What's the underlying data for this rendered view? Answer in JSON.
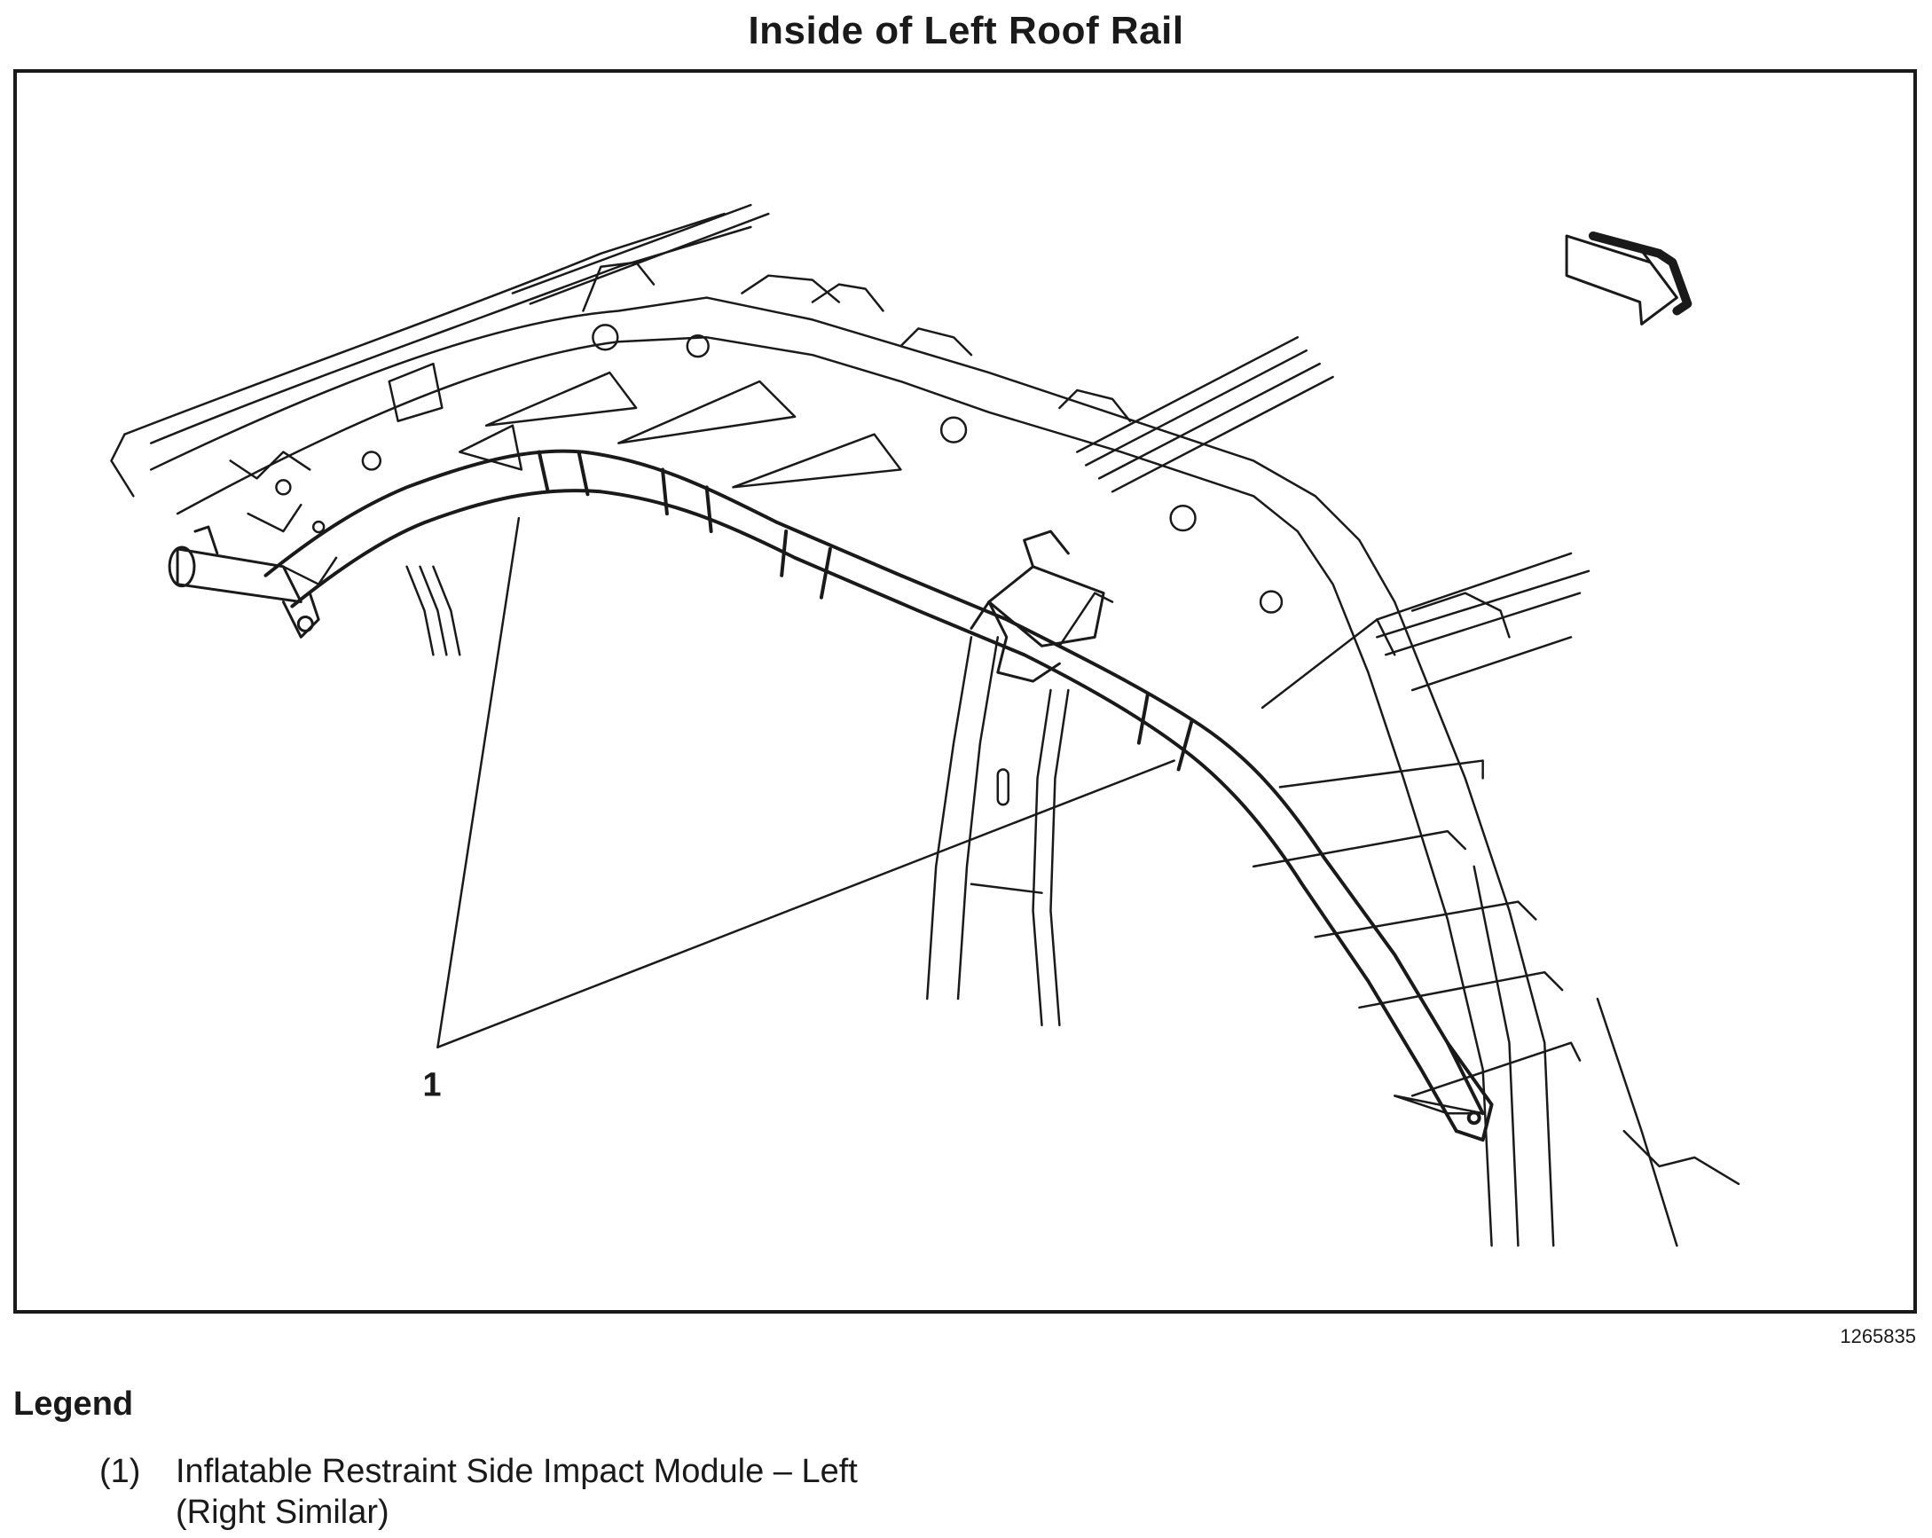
{
  "title": "Inside of Left Roof Rail",
  "figure_id": "1265835",
  "callouts": [
    {
      "label": "1"
    }
  ],
  "legend": {
    "heading": "Legend",
    "items": [
      {
        "number": "(1)",
        "text": "Inflatable Restraint Side Impact Module – Left (Right Similar)"
      }
    ]
  },
  "colors": {
    "ink": "#1a1a1a",
    "paper": "#ffffff"
  }
}
